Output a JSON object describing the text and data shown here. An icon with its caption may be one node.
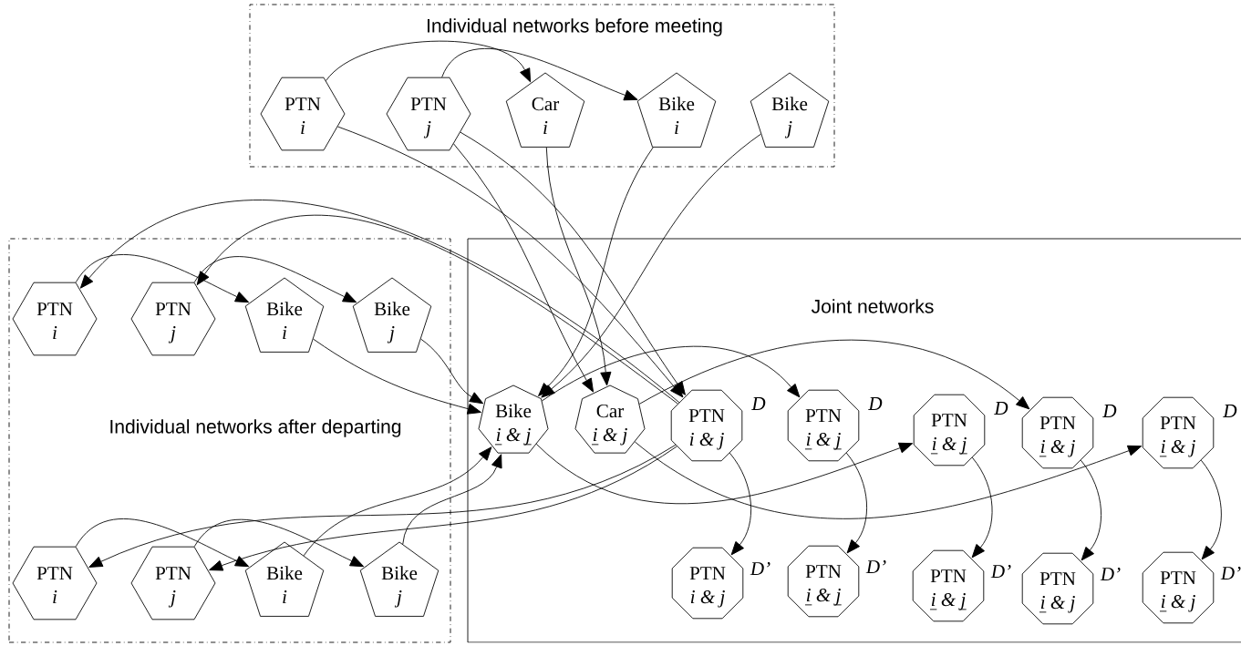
{
  "diagram": {
    "nodes": [
      {
        "text": [
          "Individual networks before meeting"
        ]
      },
      {
        "text": [
          "PTN",
          "i"
        ],
        "in": 0
      },
      {
        "text": [
          "PTN",
          "j"
        ],
        "in": 0
      },
      {
        "text": [
          "Car",
          "i"
        ],
        "in": 0
      },
      {
        "text": [
          "Bike",
          "i"
        ],
        "in": 0
      },
      {
        "text": [
          "Bike",
          "j"
        ],
        "in": 0
      },
      {
        "text": [
          "Individual networks after departing"
        ]
      },
      {
        "text": [
          "PTN",
          "i"
        ],
        "in": 6
      },
      {
        "text": [
          "PTN",
          "j"
        ],
        "in": 6
      },
      {
        "text": [
          "Bike",
          "i"
        ],
        "in": 6
      },
      {
        "text": [
          "Bike",
          "j"
        ],
        "in": 6
      },
      {
        "text": [
          "PTN",
          "i"
        ],
        "in": 6
      },
      {
        "text": [
          "PTN",
          "j"
        ],
        "in": 6
      },
      {
        "text": [
          "Bike",
          "i"
        ],
        "in": 6
      },
      {
        "text": [
          "Bike",
          "j"
        ],
        "in": 6
      },
      {
        "text": [
          "Joint networks"
        ]
      },
      {
        "text": [
          "Bike",
          "i & j"
        ],
        "in": 15
      },
      {
        "text": [
          "Car",
          "i & j"
        ],
        "in": 15
      },
      {
        "text": [
          "PTN",
          "i & j"
        ],
        "in": 15,
        "beside": [
          "D"
        ]
      },
      {
        "text": [
          "PTN",
          "i & j"
        ],
        "in": 15,
        "beside": [
          "D"
        ]
      },
      {
        "text": [
          "PTN",
          "i & j"
        ],
        "in": 15,
        "beside": [
          "D"
        ]
      },
      {
        "text": [
          "PTN",
          "i & j"
        ],
        "in": 15,
        "beside": [
          "D"
        ]
      },
      {
        "text": [
          "PTN",
          "i & j"
        ],
        "in": 15,
        "beside": [
          "D"
        ]
      },
      {
        "text": [
          "PTN",
          "i & j"
        ],
        "in": 15,
        "beside": [
          "D’"
        ]
      },
      {
        "text": [
          "PTN",
          "i & j"
        ],
        "in": 15,
        "beside": [
          "D’"
        ]
      },
      {
        "text": [
          "PTN",
          "i & j"
        ],
        "in": 15,
        "beside": [
          "D’"
        ]
      },
      {
        "text": [
          "PTN",
          "i & j"
        ],
        "in": 15,
        "beside": [
          "D’"
        ]
      },
      {
        "text": [
          "PTN",
          "i & j"
        ],
        "in": 15,
        "beside": [
          "D’"
        ]
      }
    ],
    "edges": [
      {
        "from": 1,
        "to": 3,
        "arrow": "to"
      },
      {
        "from": 2,
        "to": 4,
        "arrow": "to"
      },
      {
        "from": 1,
        "to": 18,
        "arrow": "to"
      },
      {
        "from": 2,
        "to": 17,
        "arrow": "to"
      },
      {
        "from": 2,
        "to": 18,
        "arrow": "to"
      },
      {
        "from": 3,
        "to": 17,
        "arrow": "to"
      },
      {
        "from": 4,
        "to": 16,
        "arrow": "to"
      },
      {
        "from": 5,
        "to": 16,
        "arrow": "to"
      },
      {
        "from": 7,
        "to": 9,
        "arrow": "to"
      },
      {
        "from": 8,
        "to": 10,
        "arrow": "to"
      },
      {
        "from": 9,
        "to": 16,
        "arrow": "to"
      },
      {
        "from": 10,
        "to": 16,
        "arrow": "to"
      },
      {
        "from": 18,
        "to": 7,
        "arrow": "to"
      },
      {
        "from": 18,
        "to": 8,
        "arrow": "to"
      },
      {
        "from": 11,
        "to": 13,
        "arrow": "to"
      },
      {
        "from": 12,
        "to": 14,
        "arrow": "to"
      },
      {
        "from": 13,
        "to": 16,
        "arrow": "to"
      },
      {
        "from": 14,
        "to": 16,
        "arrow": "to"
      },
      {
        "from": 18,
        "to": 11,
        "arrow": "to"
      },
      {
        "from": 18,
        "to": 12,
        "arrow": "to"
      },
      {
        "from": 16,
        "to": 19,
        "arrow": "to"
      },
      {
        "from": 17,
        "to": 21,
        "arrow": "to"
      },
      {
        "from": 16,
        "to": 20,
        "arrow": "to"
      },
      {
        "from": 17,
        "to": 22,
        "arrow": "to"
      },
      {
        "from": 18,
        "to": 23,
        "arrow": "to"
      },
      {
        "from": 19,
        "to": 24,
        "arrow": "to"
      },
      {
        "from": 20,
        "to": 25,
        "arrow": "to"
      },
      {
        "from": 21,
        "to": 26,
        "arrow": "to"
      },
      {
        "from": 22,
        "to": 27,
        "arrow": "to"
      }
    ]
  }
}
